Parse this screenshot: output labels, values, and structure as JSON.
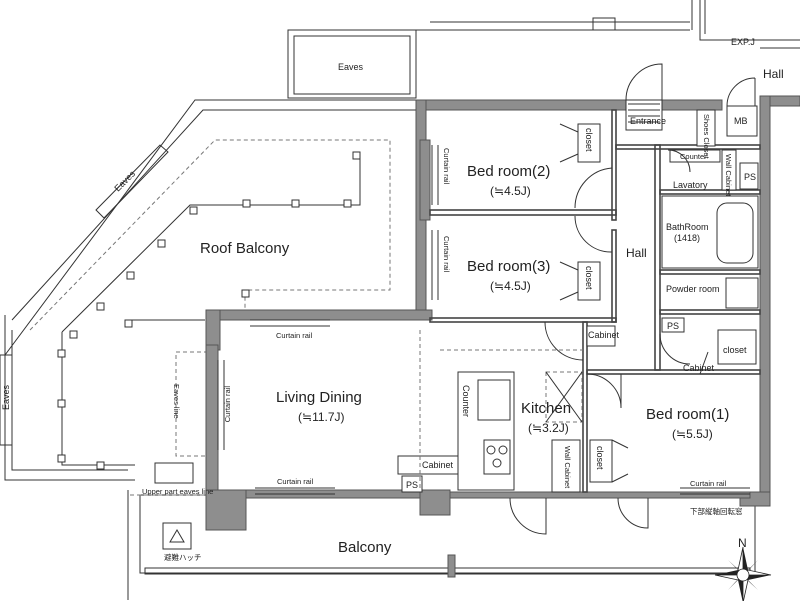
{
  "labels": {
    "eaves_top": "Eaves",
    "eaves_diag": "Eaves",
    "eaves_left": "Eaves",
    "expj": "EXP.J",
    "hall_out": "Hall",
    "mb": "MB",
    "entrance": "Entrance",
    "shoes_closet": "Shoes Closet",
    "closet_bed2": "closet",
    "bed2_name": "Bed room(2)",
    "bed2_size": "(≒4.5J)",
    "counter_top": "Counter",
    "wall_cabinet_small": "Wall Cabinet",
    "ps_top": "PS",
    "lavatory": "Lavatory",
    "roof_balcony": "Roof Balcony",
    "curtain_bed2": "Curtain rail",
    "curtain_bed3": "Curtain rail",
    "bathroom": "BathRoom",
    "bathroom_size": "(1418)",
    "hall_in": "Hall",
    "bed3_name": "Bed room(3)",
    "bed3_size": "(≒4.5J)",
    "closet_bed3": "closet",
    "powder_room": "Powder room",
    "curtain_ld_top": "Curtain rail",
    "cabinet_hall": "Cabinet",
    "ps_mid": "PS",
    "closet_mid": "closet",
    "cabinet_right": "Cabinet",
    "eaves_line": "Eaves line",
    "curtain_ld_side": "Curtain rail",
    "living_name": "Living Dining",
    "living_size": "(≒11.7J)",
    "counter_kitchen": "Counter",
    "kitchen_name": "Kitchen",
    "kitchen_size": "(≒3.2J)",
    "bed1_name": "Bed room(1)",
    "bed1_size": "(≒5.5J)",
    "wall_cabinet_kitchen": "Wall Cabinet",
    "closet_bed1": "closet",
    "cabinet_kitchen": "Cabinet",
    "curtain_ld_bottom": "Curtain rail",
    "ps_bottom": "PS",
    "curtain_bed1": "Curtain rail",
    "upper_eaves": "Upper part eaves line",
    "lower_note": "下部縦軸回転窓",
    "hatch": "避難ハッチ",
    "balcony": "Balcony",
    "north": "N"
  },
  "colors": {
    "wall": "#8e8e8e",
    "line": "#333333",
    "background": "#ffffff"
  }
}
